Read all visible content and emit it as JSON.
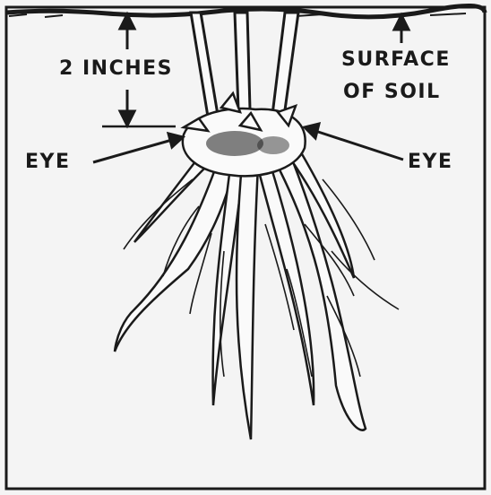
{
  "labels": {
    "depth": "2 INCHES",
    "surface_line1": "SURFACE",
    "surface_line2": "OF SOIL",
    "eye_left": "EYE",
    "eye_right": "EYE"
  },
  "colors": {
    "ink": "#1a1a1a",
    "background": "#f4f4f4",
    "root_fill": "#fafafa"
  }
}
